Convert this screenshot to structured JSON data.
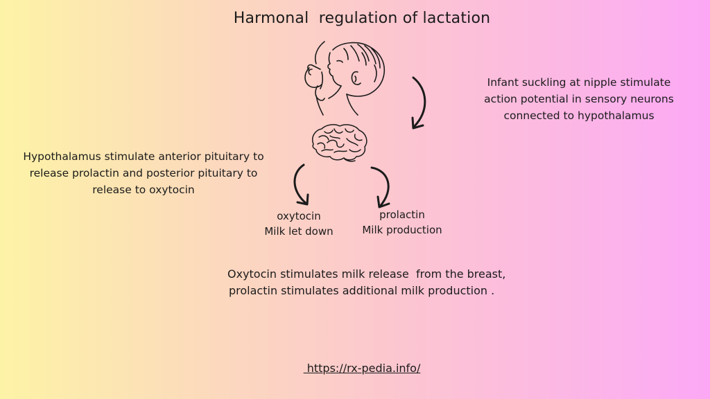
{
  "title": "Harmonal  regulation of lactation",
  "right_text": [
    "Infant suckling at nipple stimulate",
    "action potential in sensory neurons",
    "connected to hypothalamus"
  ],
  "left_text": [
    "Hypothalamus stimulate anterior pituitary to",
    "release prolactin and posterior pituitary to",
    "release to oxytocin"
  ],
  "oxytocin": {
    "name": "oxytocin",
    "effect": "Milk let down"
  },
  "prolactin": {
    "name": "prolactin",
    "effect": "Milk production"
  },
  "bottom_text": [
    "Oxytocin stimulates milk release  from the breast,",
    "prolactin stimulates additional milk production ."
  ],
  "link": " https://rx-pedia.info/",
  "icons": {
    "infant": "breastfeeding-infant-icon",
    "brain": "brain-icon",
    "arrows": "curved-arrow-icon"
  },
  "colors": {
    "gradient_left": "#fdf3a6",
    "gradient_right": "#fca8f5",
    "ink": "#1b1b1b"
  }
}
